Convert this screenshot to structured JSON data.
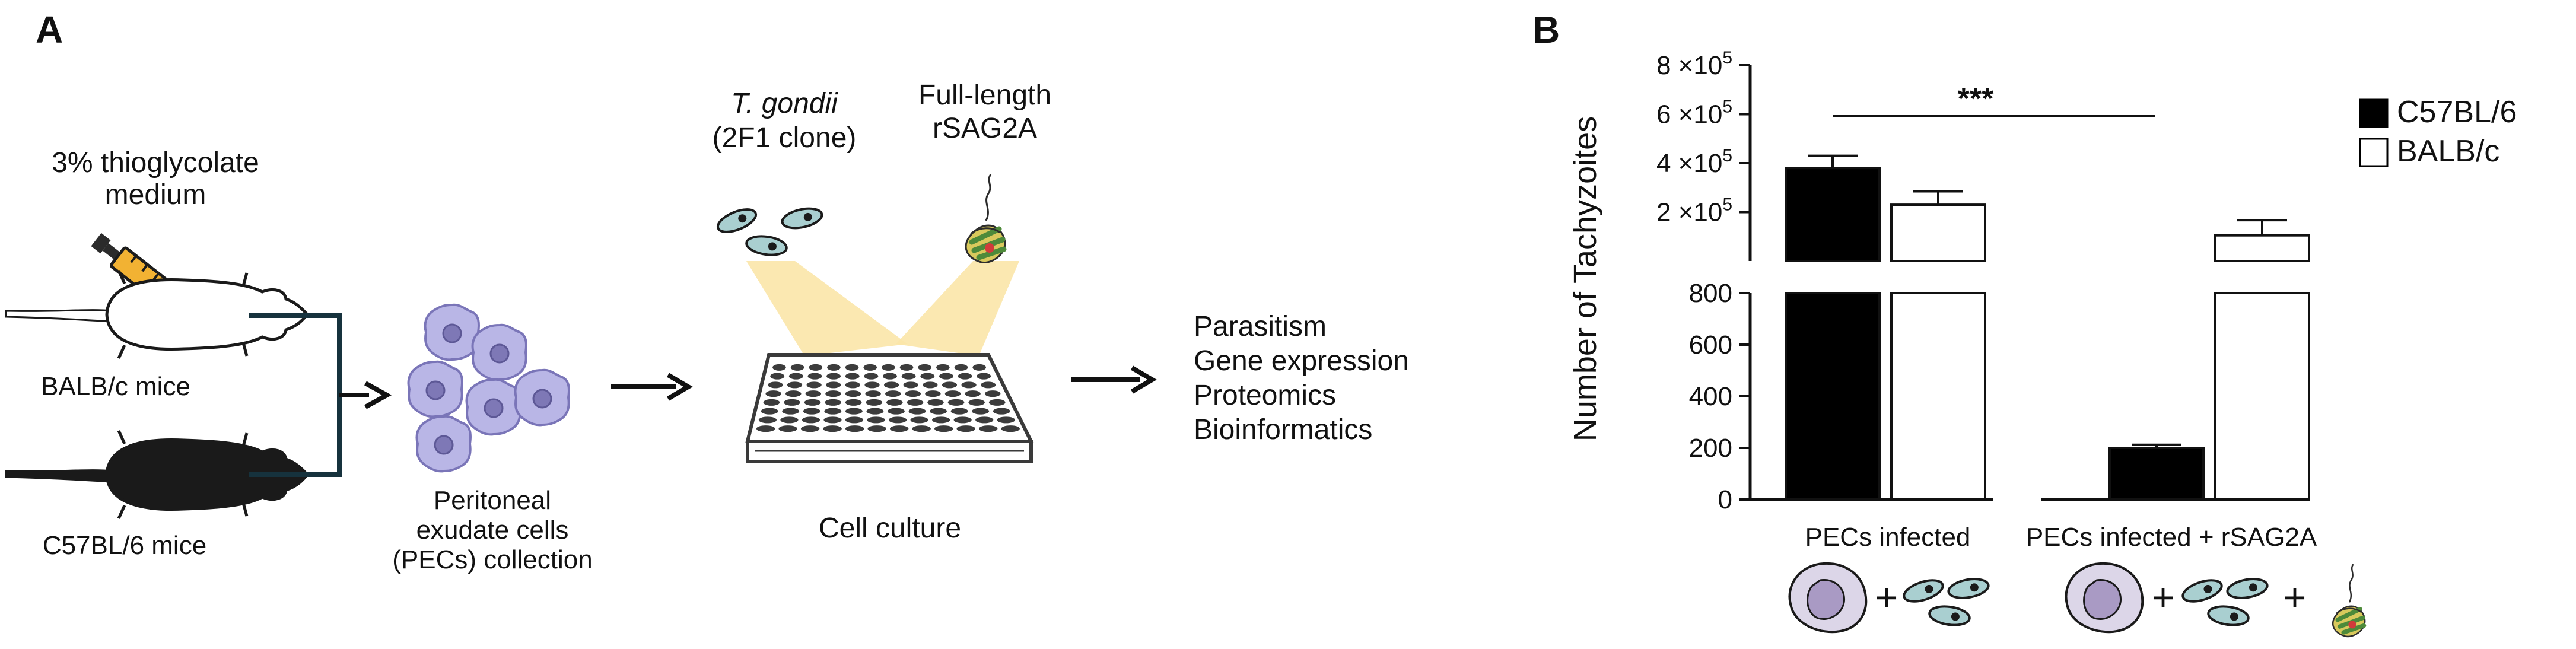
{
  "panel_a": {
    "letter": "A",
    "injection_label": [
      "3% thioglycolate",
      "medium"
    ],
    "mouse_balbc": "BALB/c mice",
    "mouse_c57": "C57BL/6 mice",
    "pecs_label": [
      "Peritoneal",
      "exudate cells",
      "(PECs) collection"
    ],
    "tgondii_name": "T. gondii",
    "tgondii_clone": "(2F1 clone)",
    "rsag2a_label": [
      "Full-length",
      "rSAG2A"
    ],
    "cell_culture": "Cell culture",
    "outputs": [
      "Parasitism",
      "Gene expression",
      "Proteomics",
      "Bioinformatics"
    ]
  },
  "panel_b": {
    "letter": "B",
    "significance": "***",
    "x_group_labels": [
      "PECs infected",
      "PECs infected + rSAG2A"
    ],
    "plus_sign": "+"
  },
  "chart_data": {
    "type": "bar",
    "title": "",
    "xlabel": "",
    "ylabel": "Number of Tachyzoites",
    "categories": [
      "PECs infected",
      "PECs infected + rSAG2A"
    ],
    "series": [
      {
        "name": "C57BL/6",
        "values": [
          380000,
          200
        ],
        "errors": [
          50000,
          12
        ],
        "color": "#000000"
      },
      {
        "name": "BALB/c",
        "values": [
          230000,
          105000
        ],
        "errors": [
          55000,
          62000
        ],
        "color": "#ffffff"
      }
    ],
    "axis_break": true,
    "y_lower_segment": {
      "ylim": [
        0,
        800
      ],
      "ticks": [
        0,
        200,
        400,
        600,
        800
      ],
      "tick_labels": [
        "0",
        "200",
        "400",
        "600",
        "800"
      ]
    },
    "y_upper_segment": {
      "ylim": [
        0,
        800000
      ],
      "ticks": [
        200000,
        400000,
        600000,
        800000
      ],
      "tick_labels_mantissa": [
        "2",
        "4",
        "6",
        "8"
      ],
      "tick_label_base": "×10",
      "tick_label_exp": "5"
    },
    "legend_position": "top-right",
    "significance": {
      "label": "***",
      "between": [
        "PECs infected",
        "PECs infected + rSAG2A"
      ]
    },
    "grid": false
  }
}
